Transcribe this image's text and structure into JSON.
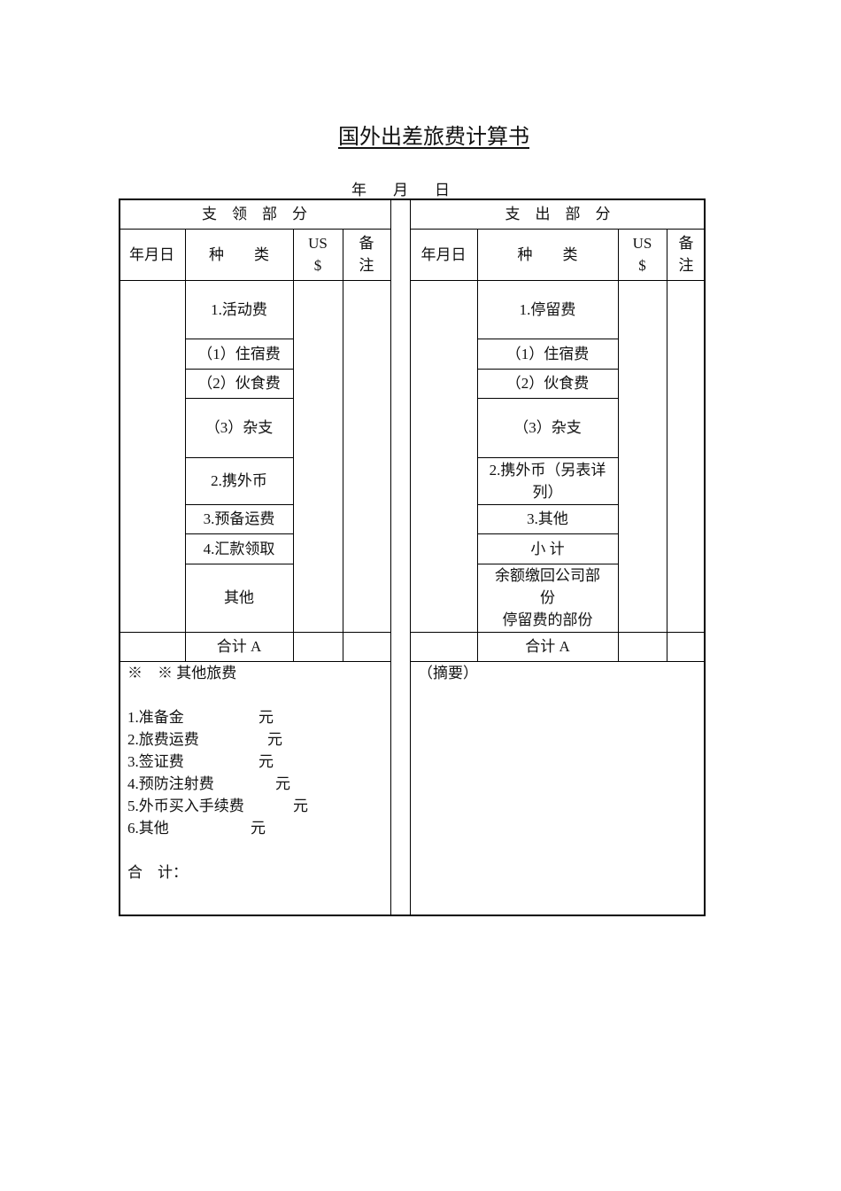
{
  "document": {
    "title": "国外出差旅费计算书",
    "date_line": [
      "年",
      "月",
      "日"
    ]
  },
  "left_section": {
    "header": "支　领　部　分",
    "columns": [
      "年月日",
      "种　　类",
      "US $",
      "备 注"
    ],
    "col_us": [
      "US",
      "$"
    ],
    "col_note": [
      "备",
      "注"
    ],
    "items": [
      "1.活动费",
      "（1）住宿费",
      "（2）伙食费",
      "（3）杂支",
      "2.携外币",
      "3.预备运费",
      "4.汇款领取",
      "其他"
    ],
    "total_label": "合计 A",
    "notes": {
      "heading": "※　※ 其他旅费",
      "lines": [
        {
          "label": "1.准备金",
          "unit": "元"
        },
        {
          "label": "2.旅费运费",
          "unit": "元"
        },
        {
          "label": "3.签证费",
          "unit": "元"
        },
        {
          "label": "4.预防注射费",
          "unit": "元"
        },
        {
          "label": "5.外币买入手续费",
          "unit": "元"
        },
        {
          "label": "6.其他",
          "unit": "元"
        }
      ],
      "total": "合　计："
    }
  },
  "right_section": {
    "header": "支　出　部　分",
    "columns": [
      "年月日",
      "种　　类",
      "US $",
      "备 注"
    ],
    "col_us": [
      "US",
      "$"
    ],
    "col_note": [
      "备",
      "注"
    ],
    "items": [
      "1.停留费",
      "（1）住宿费",
      "（2）伙食费",
      "（3）杂支",
      "2.携外币（另表详列）",
      "3.其他",
      "小  计",
      "余额缴回公司部份\n停留费的部份"
    ],
    "item_lines": {
      "foreign_currency": [
        "2.携外币（另表详",
        "列）"
      ],
      "balance": [
        "余额缴回公司部",
        "份",
        "停留费的部份"
      ]
    },
    "total_label": "合计 A",
    "summary_label": "（摘要）"
  }
}
